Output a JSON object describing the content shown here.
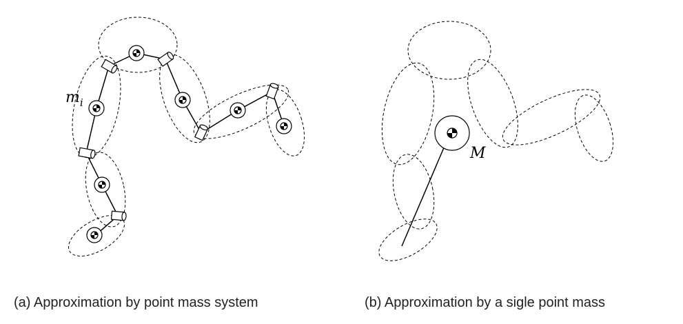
{
  "diagram": {
    "panel_a": {
      "mass_label": "m",
      "mass_label_sub": "i",
      "caption": "(a) Approximation by point mass system"
    },
    "panel_b": {
      "mass_label": "M",
      "caption": "(b) Approximation by a sigle point mass"
    }
  }
}
